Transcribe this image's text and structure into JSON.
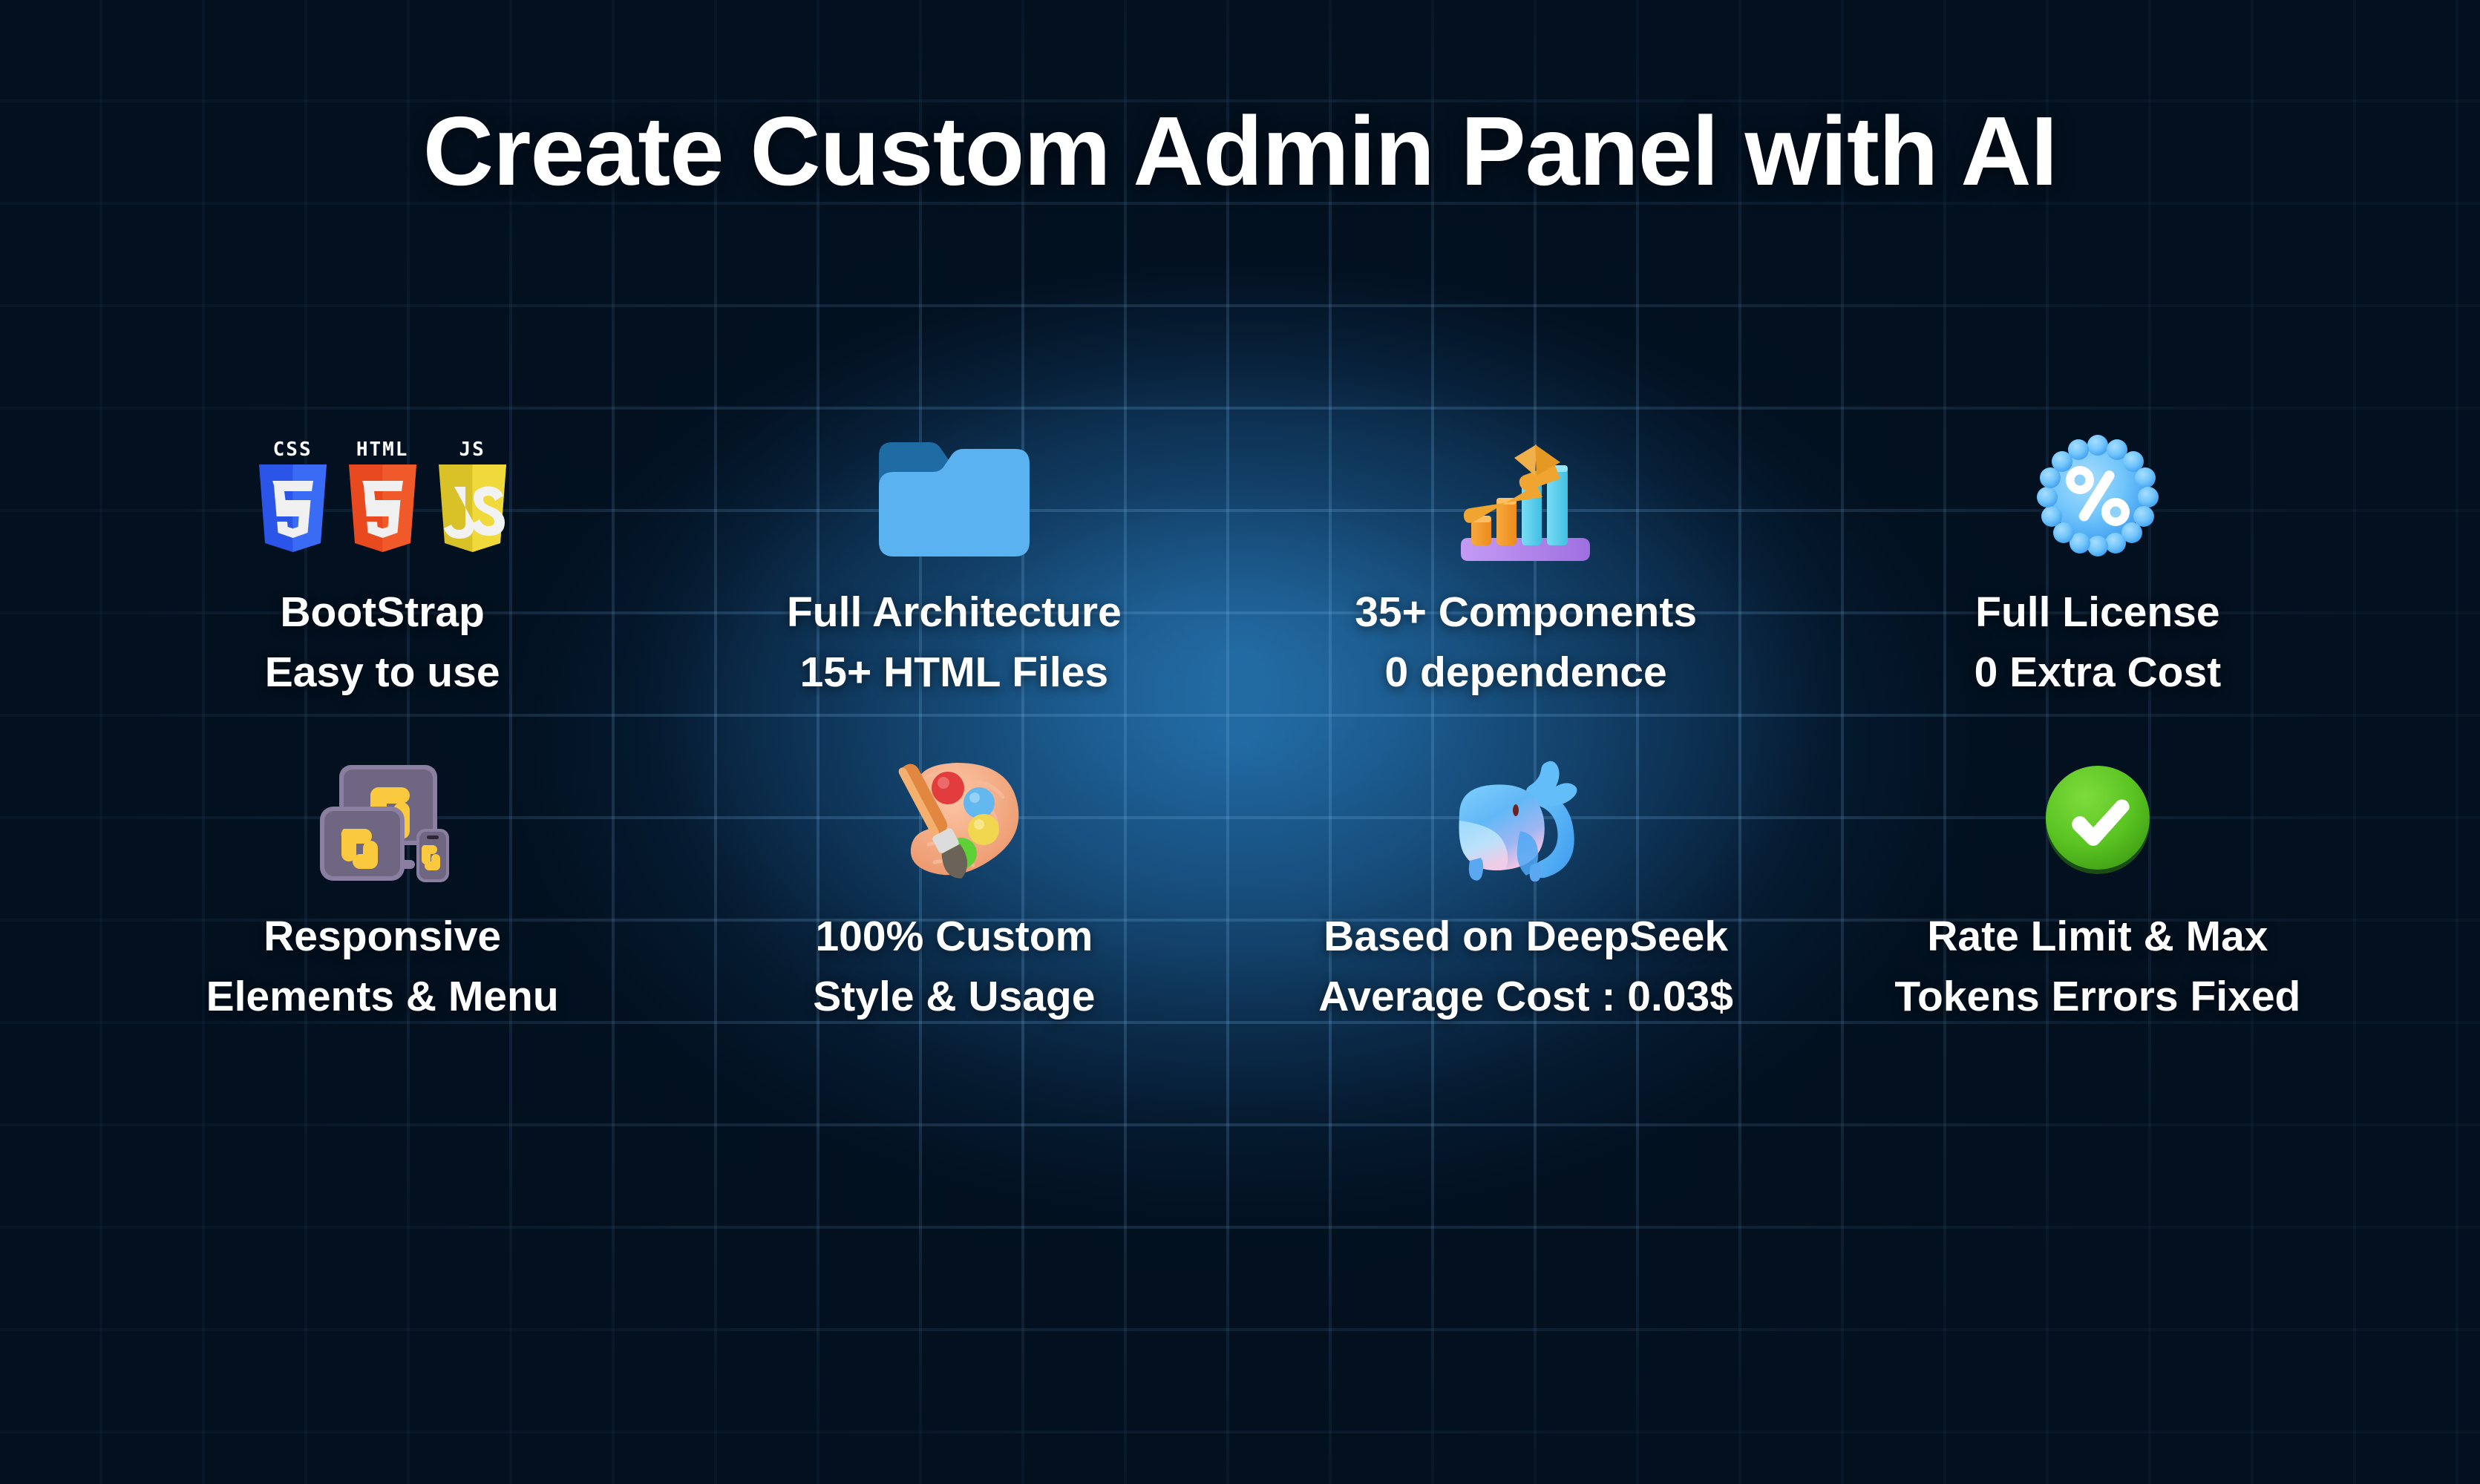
{
  "page": {
    "title": "Create Custom Admin Panel with AI",
    "background_color": "#02101f",
    "glow_color": "#2069a3",
    "grid_line_color": "#76b2e2",
    "text_color": "#ffffff"
  },
  "features": [
    {
      "icon": "html-css-js-shields-icon",
      "line1": "BootStrap",
      "line2": "Easy to use",
      "badges": [
        {
          "label": "CSS",
          "color": "#2b55e8",
          "glyph": "3"
        },
        {
          "label": "HTML",
          "color": "#e8491f",
          "glyph": "5"
        },
        {
          "label": "JS",
          "color": "#d9c227",
          "glyph": "JS"
        }
      ]
    },
    {
      "icon": "folder-icon",
      "line1": "Full Architecture",
      "line2": "15+ HTML Files",
      "color": "#5ab2f0",
      "back_color": "#1f6ba3"
    },
    {
      "icon": "bar-chart-growth-icon",
      "line1": "35+ Components",
      "line2": "0 dependence",
      "bar_colors": [
        "#f59a34",
        "#f2a03c",
        "#62cdea",
        "#6fd4ef"
      ],
      "base_color": "#b083e8",
      "arrow_color": "#efa52f"
    },
    {
      "icon": "percent-badge-icon",
      "line1": "Full License",
      "line2": "0 Extra Cost",
      "color": "#72c6fb",
      "symbol": "%"
    },
    {
      "icon": "responsive-devices-icon",
      "line1": "Responsive",
      "line2": "Elements & Menu",
      "device_color": "#756c85",
      "accent_color": "#fbc93e"
    },
    {
      "icon": "paint-palette-icon",
      "line1": "100% Custom",
      "line2": "Style & Usage",
      "palette_color": "#f5ab84",
      "paint_colors": [
        "#e23c3c",
        "#63b9ef",
        "#f0d74f",
        "#5ed136"
      ]
    },
    {
      "icon": "deepseek-whale-icon",
      "line1": "Based on DeepSeek",
      "line2": "Average Cost : 0.03$",
      "color": "#4fa8f5"
    },
    {
      "icon": "green-check-circle-icon",
      "line1": "Rate Limit & Max",
      "line2": "Tokens Errors Fixed",
      "color": "#5ac422",
      "mark_color": "#ffffff"
    }
  ]
}
